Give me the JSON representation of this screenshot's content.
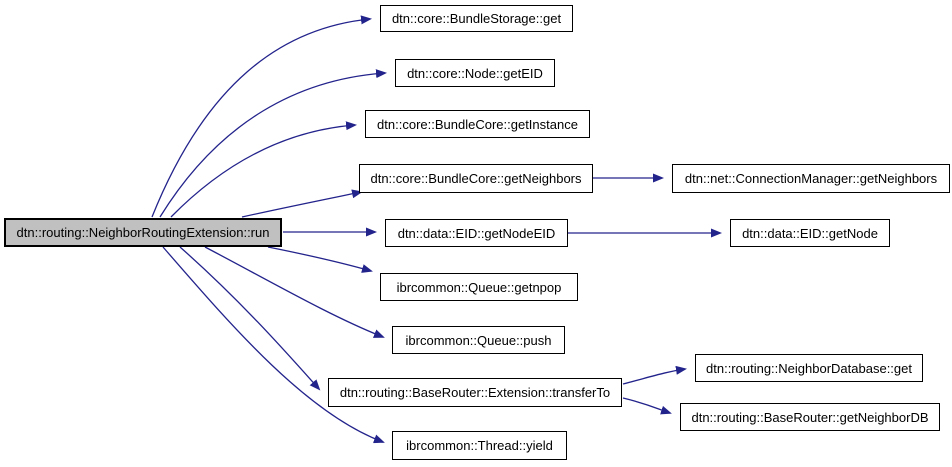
{
  "graph": {
    "colors": {
      "edge": "#23238c",
      "node_border": "#000000",
      "node_fill": "#ffffff",
      "highlight_fill": "#c0c0c0"
    },
    "nodes": {
      "run": {
        "label": "dtn::routing::NeighborRoutingExtension::run",
        "highlighted": true
      },
      "bundlestorage_get": {
        "label": "dtn::core::BundleStorage::get"
      },
      "node_geteid": {
        "label": "dtn::core::Node::getEID"
      },
      "bundlecore_getinstance": {
        "label": "dtn::core::BundleCore::getInstance"
      },
      "bundlecore_getneighbors": {
        "label": "dtn::core::BundleCore::getNeighbors"
      },
      "connectionmanager_getneighbors": {
        "label": "dtn::net::ConnectionManager::getNeighbors"
      },
      "eid_getnodeeid": {
        "label": "dtn::data::EID::getNodeEID"
      },
      "eid_getnode": {
        "label": "dtn::data::EID::getNode"
      },
      "queue_getnpop": {
        "label": "ibrcommon::Queue::getnpop"
      },
      "queue_push": {
        "label": "ibrcommon::Queue::push"
      },
      "transferto": {
        "label": "dtn::routing::BaseRouter::Extension::transferTo"
      },
      "neighbordatabase_get": {
        "label": "dtn::routing::NeighborDatabase::get"
      },
      "getneighbordb": {
        "label": "dtn::routing::BaseRouter::getNeighborDB"
      },
      "thread_yield": {
        "label": "ibrcommon::Thread::yield"
      }
    },
    "edges": [
      {
        "from": "run",
        "to": "bundlestorage_get"
      },
      {
        "from": "run",
        "to": "node_geteid"
      },
      {
        "from": "run",
        "to": "bundlecore_getinstance"
      },
      {
        "from": "run",
        "to": "bundlecore_getneighbors"
      },
      {
        "from": "run",
        "to": "eid_getnodeeid"
      },
      {
        "from": "run",
        "to": "queue_getnpop"
      },
      {
        "from": "run",
        "to": "queue_push"
      },
      {
        "from": "run",
        "to": "transferto"
      },
      {
        "from": "run",
        "to": "thread_yield"
      },
      {
        "from": "bundlecore_getneighbors",
        "to": "connectionmanager_getneighbors"
      },
      {
        "from": "eid_getnodeeid",
        "to": "eid_getnode"
      },
      {
        "from": "transferto",
        "to": "neighbordatabase_get"
      },
      {
        "from": "transferto",
        "to": "getneighbordb"
      }
    ]
  }
}
